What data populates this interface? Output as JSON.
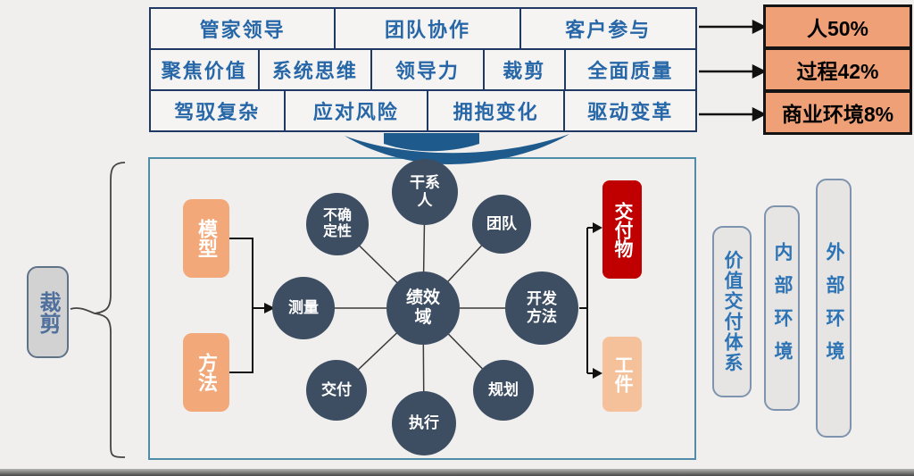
{
  "principles": {
    "rows": [
      {
        "cells": [
          "管家领导",
          "团队协作",
          "客户参与"
        ]
      },
      {
        "cells": [
          "聚焦价值",
          "系统思维",
          "领导力",
          "裁剪",
          "全面质量"
        ]
      },
      {
        "cells": [
          "驾驭复杂",
          "应对风险",
          "拥抱变化",
          "驱动变革"
        ]
      }
    ]
  },
  "stats": {
    "items": [
      {
        "label": "人50%"
      },
      {
        "label": "过程42%"
      },
      {
        "label": "商业环境8%"
      }
    ]
  },
  "tailoring_label": "裁剪",
  "inputs": {
    "model": "模型",
    "method": "方法"
  },
  "hub": {
    "center": "绩效\n域",
    "stakeholder": "干系\n人",
    "team": "团队",
    "dev_approach": "开发\n方法",
    "planning": "规划",
    "execution": "执行",
    "delivery": "交付",
    "measurement": "测量",
    "uncertainty": "不确\n定性"
  },
  "outputs": {
    "deliverable": "交付物",
    "artifact": "工件"
  },
  "environment": {
    "value_delivery_system": "价值交付体系",
    "internal": "内部环境",
    "external": "外部环境"
  },
  "colors": {
    "background": "#f0efed",
    "table_border": "#1f3864",
    "table_text": "#2767a8",
    "stat_fill": "#efa077",
    "circle_fill": "#3d4d62",
    "deliverable_fill": "#c00000",
    "input_fill": "#f2a878",
    "artifact_fill": "#f5c19a",
    "bar_text": "#2e74b5",
    "mainbox_border": "#4e8ca8",
    "down_arrow": "#1e5a8c"
  }
}
